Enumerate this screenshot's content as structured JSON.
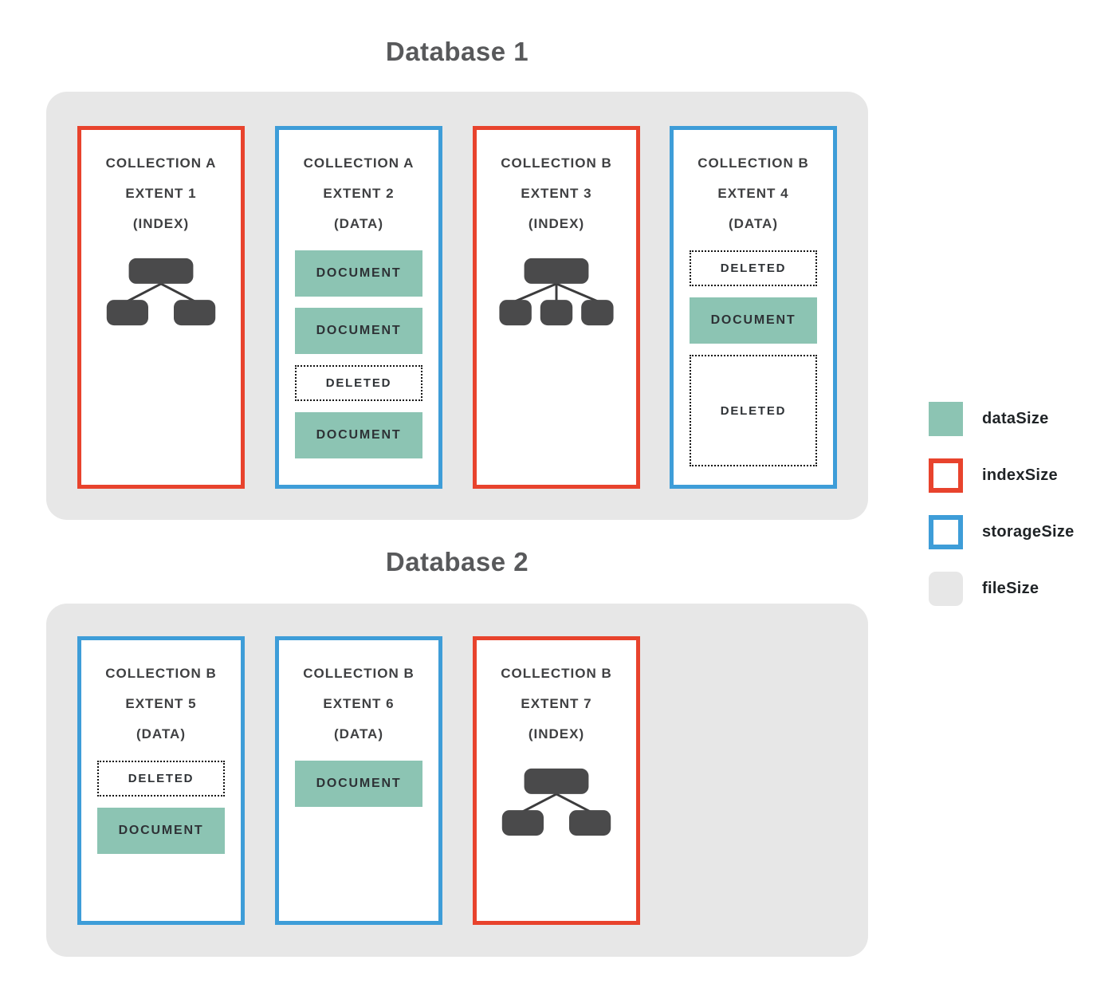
{
  "colors": {
    "data_size_teal": "#8cc4b3",
    "index_size_red": "#e8432d",
    "storage_size_blue": "#3e9dd8",
    "file_size_gray": "#e7e7e7",
    "tree_node_gray": "#4a4a4b",
    "title_gray": "#58595b"
  },
  "databases": [
    {
      "title": "Database 1",
      "extents": [
        {
          "collection": "COLLECTION A",
          "extent": "EXTENT 1",
          "type": "(INDEX)",
          "border": "red",
          "items": [
            {
              "kind": "tree",
              "children": 2
            }
          ]
        },
        {
          "collection": "COLLECTION A",
          "extent": "EXTENT 2",
          "type": "(DATA)",
          "border": "blue",
          "items": [
            {
              "kind": "document",
              "label": "DOCUMENT"
            },
            {
              "kind": "document",
              "label": "DOCUMENT"
            },
            {
              "kind": "deleted",
              "size": "small",
              "label": "DELETED"
            },
            {
              "kind": "document",
              "label": "DOCUMENT"
            }
          ]
        },
        {
          "collection": "COLLECTION B",
          "extent": "EXTENT 3",
          "type": "(INDEX)",
          "border": "red",
          "items": [
            {
              "kind": "tree",
              "children": 3
            }
          ]
        },
        {
          "collection": "COLLECTION B",
          "extent": "EXTENT 4",
          "type": "(DATA)",
          "border": "blue",
          "items": [
            {
              "kind": "deleted",
              "size": "small",
              "label": "DELETED"
            },
            {
              "kind": "document",
              "label": "DOCUMENT"
            },
            {
              "kind": "deleted",
              "size": "tall",
              "label": "DELETED"
            }
          ]
        }
      ]
    },
    {
      "title": "Database 2",
      "extents": [
        {
          "collection": "COLLECTION B",
          "extent": "EXTENT 5",
          "type": "(DATA)",
          "border": "blue",
          "items": [
            {
              "kind": "deleted",
              "size": "small",
              "label": "DELETED"
            },
            {
              "kind": "document",
              "label": "DOCUMENT"
            }
          ]
        },
        {
          "collection": "COLLECTION B",
          "extent": "EXTENT 6",
          "type": "(DATA)",
          "border": "blue",
          "items": [
            {
              "kind": "document",
              "label": "DOCUMENT"
            }
          ]
        },
        {
          "collection": "COLLECTION B",
          "extent": "EXTENT 7",
          "type": "(INDEX)",
          "border": "red",
          "items": [
            {
              "kind": "tree",
              "children": 2
            }
          ]
        }
      ]
    }
  ],
  "legend": {
    "items": [
      {
        "key": "dataSize",
        "label": "dataSize"
      },
      {
        "key": "indexSize",
        "label": "indexSize"
      },
      {
        "key": "storageSize",
        "label": "storageSize"
      },
      {
        "key": "fileSize",
        "label": "fileSize"
      }
    ]
  }
}
